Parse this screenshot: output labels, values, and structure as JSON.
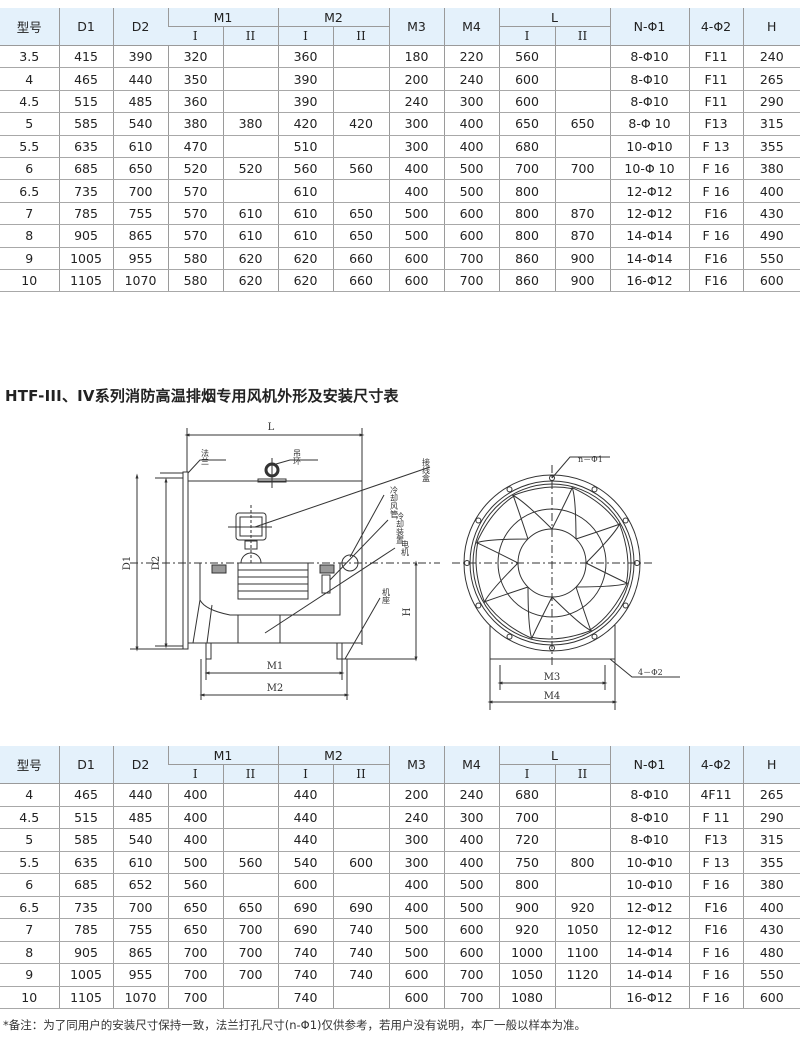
{
  "table1": {
    "headers": {
      "model": "型号",
      "d1": "D1",
      "d2": "D2",
      "m1": "M1",
      "m2": "M2",
      "m3": "M3",
      "m4": "M4",
      "l": "L",
      "nphi1": "N-Φ1",
      "phi2": "4-Φ2",
      "h": "H",
      "sub1": "I",
      "sub2": "II"
    },
    "rows": [
      [
        "3.5",
        "415",
        "390",
        "320",
        "",
        "360",
        "",
        "180",
        "220",
        "560",
        "",
        "8-Φ10",
        "F11",
        "240"
      ],
      [
        "4",
        "465",
        "440",
        "350",
        "",
        "390",
        "",
        "200",
        "240",
        "600",
        "",
        "8-Φ10",
        "F11",
        "265"
      ],
      [
        "4.5",
        "515",
        "485",
        "360",
        "",
        "390",
        "",
        "240",
        "300",
        "600",
        "",
        "8-Φ10",
        "F11",
        "290"
      ],
      [
        "5",
        "585",
        "540",
        "380",
        "380",
        "420",
        "420",
        "300",
        "400",
        "650",
        "650",
        "8-Φ 10",
        "F13",
        "315"
      ],
      [
        "5.5",
        "635",
        "610",
        "470",
        "",
        "510",
        "",
        "300",
        "400",
        "680",
        "",
        "10-Φ10",
        "F 13",
        "355"
      ],
      [
        "6",
        "685",
        "650",
        "520",
        "520",
        "560",
        "560",
        "400",
        "500",
        "700",
        "700",
        "10-Φ 10",
        "F 16",
        "380"
      ],
      [
        "6.5",
        "735",
        "700",
        "570",
        "",
        "610",
        "",
        "400",
        "500",
        "800",
        "",
        "12-Φ12",
        "F 16",
        "400"
      ],
      [
        "7",
        "785",
        "755",
        "570",
        "610",
        "610",
        "650",
        "500",
        "600",
        "800",
        "870",
        "12-Φ12",
        "F16",
        "430"
      ],
      [
        "8",
        "905",
        "865",
        "570",
        "610",
        "610",
        "650",
        "500",
        "600",
        "800",
        "870",
        "14-Φ14",
        "F 16",
        "490"
      ],
      [
        "9",
        "1005",
        "955",
        "580",
        "620",
        "620",
        "660",
        "600",
        "700",
        "860",
        "900",
        "14-Φ14",
        "F16",
        "550"
      ],
      [
        "10",
        "1105",
        "1070",
        "580",
        "620",
        "620",
        "660",
        "600",
        "700",
        "860",
        "900",
        "16-Φ12",
        "F16",
        "600"
      ]
    ]
  },
  "section_title": "HTF-III、IV系列消防高温排烟专用风机外形及安装尺寸表",
  "diagram": {
    "side": {
      "L": "L",
      "D1": "D1",
      "D2": "D2",
      "H": "H",
      "M1": "M1",
      "M2": "M2",
      "flange": "法兰",
      "lifting_ring": "吊环",
      "junction_box": "接线盒",
      "cooling_duct": "冷却风管",
      "cooling_device": "冷却装置",
      "motor": "电机",
      "base": "机座"
    },
    "front": {
      "n_phi1": "n－Φ1",
      "four_phi2": "4－Φ2",
      "M3": "M3",
      "M4": "M4"
    }
  },
  "table2": {
    "headers": {
      "model": "型号",
      "d1": "D1",
      "d2": "D2",
      "m1": "M1",
      "m2": "M2",
      "m3": "M3",
      "m4": "M4",
      "l": "L",
      "nphi1": "N-Φ1",
      "phi2": "4-Φ2",
      "h": "H",
      "sub1": "I",
      "sub2": "II"
    },
    "rows": [
      [
        "4",
        "465",
        "440",
        "400",
        "",
        "440",
        "",
        "200",
        "240",
        "680",
        "",
        "8-Φ10",
        "4F11",
        "265"
      ],
      [
        "4.5",
        "515",
        "485",
        "400",
        "",
        "440",
        "",
        "240",
        "300",
        "700",
        "",
        "8-Φ10",
        "F 11",
        "290"
      ],
      [
        "5",
        "585",
        "540",
        "400",
        "",
        "440",
        "",
        "300",
        "400",
        "720",
        "",
        "8-Φ10",
        "F13",
        "315"
      ],
      [
        "5.5",
        "635",
        "610",
        "500",
        "560",
        "540",
        "600",
        "300",
        "400",
        "750",
        "800",
        "10-Φ10",
        "F 13",
        "355"
      ],
      [
        "6",
        "685",
        "652",
        "560",
        "",
        "600",
        "",
        "400",
        "500",
        "800",
        "",
        "10-Φ10",
        "F 16",
        "380"
      ],
      [
        "6.5",
        "735",
        "700",
        "650",
        "650",
        "690",
        "690",
        "400",
        "500",
        "900",
        "920",
        "12-Φ12",
        "F16",
        "400"
      ],
      [
        "7",
        "785",
        "755",
        "650",
        "700",
        "690",
        "740",
        "500",
        "600",
        "920",
        "1050",
        "12-Φ12",
        "F16",
        "430"
      ],
      [
        "8",
        "905",
        "865",
        "700",
        "700",
        "740",
        "740",
        "500",
        "600",
        "1000",
        "1100",
        "14-Φ14",
        "F 16",
        "480"
      ],
      [
        "9",
        "1005",
        "955",
        "700",
        "700",
        "740",
        "740",
        "600",
        "700",
        "1050",
        "1120",
        "14-Φ14",
        "F 16",
        "550"
      ],
      [
        "10",
        "1105",
        "1070",
        "700",
        "",
        "740",
        "",
        "600",
        "700",
        "1080",
        "",
        "16-Φ12",
        "F 16",
        "600"
      ]
    ]
  },
  "note": "*备注：为了同用户的安装尺寸保持一致，法兰打孔尺寸(n-Φ1)仅供参考，若用户没有说明，本厂一般以样本为准。",
  "colors": {
    "header_bg": "#e4f1fb",
    "grid": "#9a9a9a"
  }
}
